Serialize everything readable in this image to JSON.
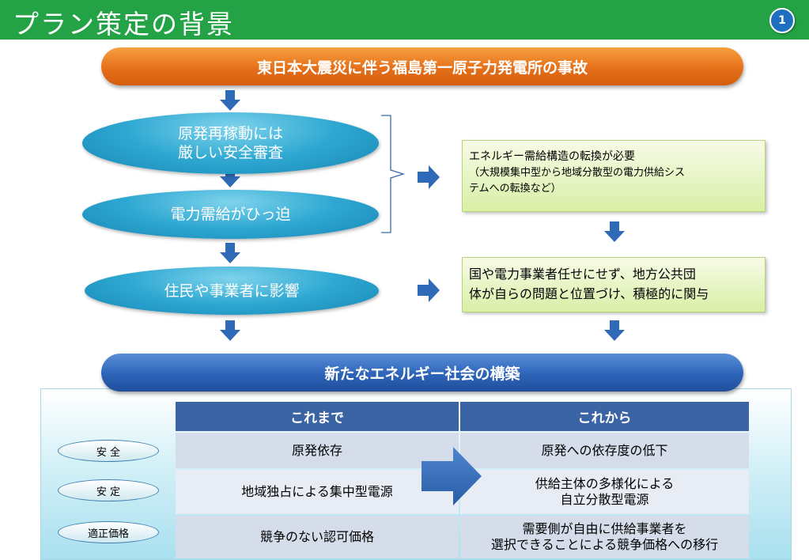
{
  "header": {
    "title": "プラン策定の背景",
    "page_number": "1"
  },
  "flow": {
    "top_banner": "東日本大震災に伴う福島第一原子力発電所の事故",
    "ovals": {
      "safety_review": [
        "原発再稼動には",
        "厳しい安全審査"
      ],
      "supply_tight": "電力需給がひっ迫",
      "impact": "住民や事業者に影響"
    },
    "box_transition": {
      "line1": "エネルギー需給構造の転換が必要",
      "line2": "（大規模集中型から地域分散型の電力供給シス",
      "line3": "テムへの転換など）"
    },
    "box_local": {
      "line1": "国や電力事業者任せにせず、地方公共団",
      "line2": "体が自らの問題と位置づけ、積極的に関与"
    },
    "bottom_banner": "新たなエネルギー社会の構築"
  },
  "comparison": {
    "headers": {
      "before": "これまで",
      "after": "これから"
    },
    "rows": [
      {
        "label": "安 全",
        "before": "原発依存",
        "after": [
          "原発への依存度の低下"
        ]
      },
      {
        "label": "安 定",
        "before": "地域独占による集中型電源",
        "after": [
          "供給主体の多様化による",
          "自立分散型電源"
        ]
      },
      {
        "label": "適正価格",
        "before": "競争のない認可価格",
        "after": [
          "需要側が自由に供給事業者を",
          "選択できることによる競争価格への移行"
        ]
      }
    ]
  },
  "colors": {
    "title_bar": "#23a345",
    "orange_banner": "#e5701a",
    "blue_banner": "#2d64b9",
    "oval": "#2ea8d2",
    "arrow": "#2f6ab8",
    "table_header": "#3b64a4"
  }
}
